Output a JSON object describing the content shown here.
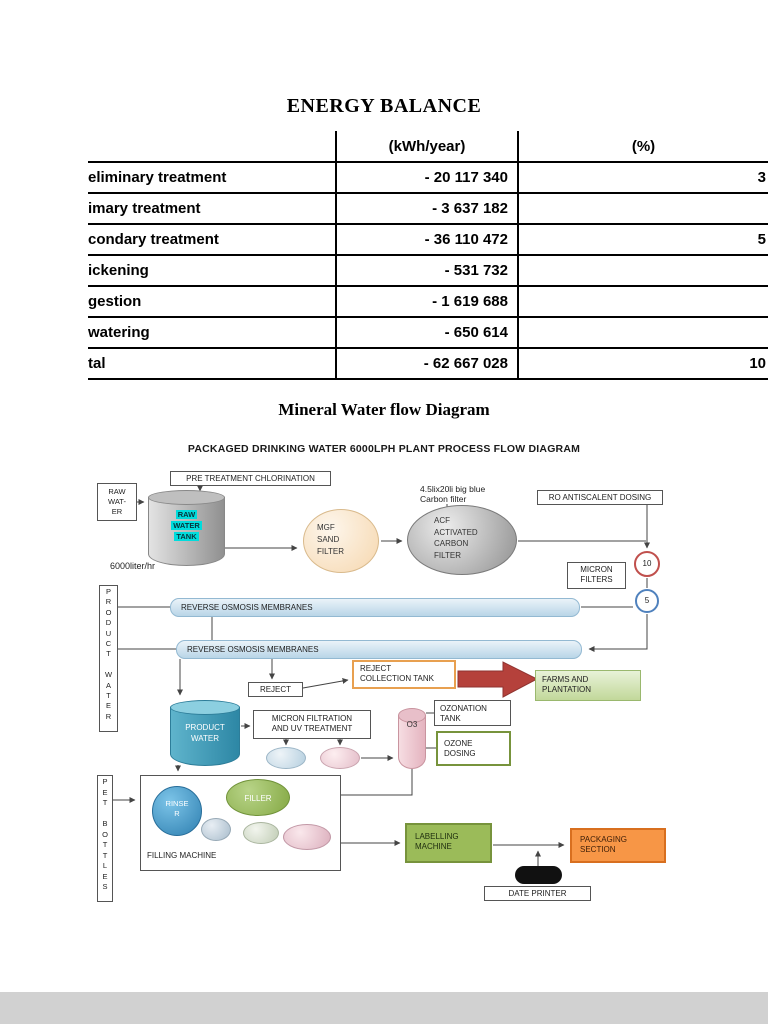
{
  "page": {
    "title": "ENERGY BALANCE",
    "diagram_heading": "Mineral Water flow Diagram"
  },
  "energy_table": {
    "col_headers": [
      "(kWh/year)",
      "(%)"
    ],
    "rows": [
      {
        "label": "eliminary treatment",
        "kwh": "- 20 117 340",
        "pct": "3"
      },
      {
        "label": "imary treatment",
        "kwh": "- 3 637 182",
        "pct": ""
      },
      {
        "label": "condary treatment",
        "kwh": "- 36 110 472",
        "pct": "5"
      },
      {
        "label": "ickening",
        "kwh": "- 531 732",
        "pct": ""
      },
      {
        "label": "gestion",
        "kwh": "- 1 619 688",
        "pct": ""
      },
      {
        "label": "watering",
        "kwh": "- 650 614",
        "pct": ""
      },
      {
        "label": "tal",
        "kwh": "- 62 667 028",
        "pct": "10"
      }
    ]
  },
  "diagram": {
    "title": "PACKAGED  DRINKING WATER 6000LPH PLANT PROCESS FLOW DIAGRAM",
    "raw_water_box": "RAW\nWAT-\nER",
    "pretreatment": "PRE TREATMENT CHLORINATION",
    "tank_lines": [
      "RAW",
      "WATER",
      "TANK"
    ],
    "flow_rate": "6000liter/hr",
    "mgf": "MGF\nSAND\nFILTER",
    "acf": "ACF\nACTIVATED\nCARBON\nFILTER",
    "carbon_note": "4.5lix20li big blue\nCarbon filter",
    "ro_dosing": "RO ANTISCALENT DOSING",
    "micron_filters": "MICRON\nFILTERS",
    "filter_10": "10",
    "filter_5": "5",
    "product_water_vertical": "P\nR\nO\nD\nU\nC\nT\n\nW\nA\nT\nE\nR",
    "ro_membrane_1": "REVERSE OSMOSIS MEMBRANES",
    "ro_membrane_2": "REVERSE OSMOSIS MEMBRANES",
    "reject": "REJECT",
    "reject_tank": "REJECT\nCOLLECTION TANK",
    "farms": "FARMS AND\nPLANTATION",
    "product_cyl": "PRODUCT\nWATER",
    "micron_uv": "MICRON FILTRATION\nAND UV TREATMENT",
    "o3": "O3",
    "ozonation_tank": "OZONATION\nTANK",
    "ozone_dosing": "OZONE\nDOSING",
    "pet_bottles_vertical": "P\nE\nT\n\nB\nO\nT\nT\nL\nE\nS",
    "rinser": "RINSE\nR",
    "filler": "FILLER",
    "filling_machine": "FILLING MACHINE",
    "labelling_machine": "LABELLING\nMACHINE",
    "packaging_section": "PACKAGING\nSECTION",
    "date_printer": "DATE PRINTER"
  },
  "colors": {
    "accent_orange": "#f79646",
    "accent_green": "#9bbb59",
    "accent_teal": "#4bacc6",
    "highlight_cyan": "#00dcdc",
    "arrow_red": "#b5413b"
  }
}
